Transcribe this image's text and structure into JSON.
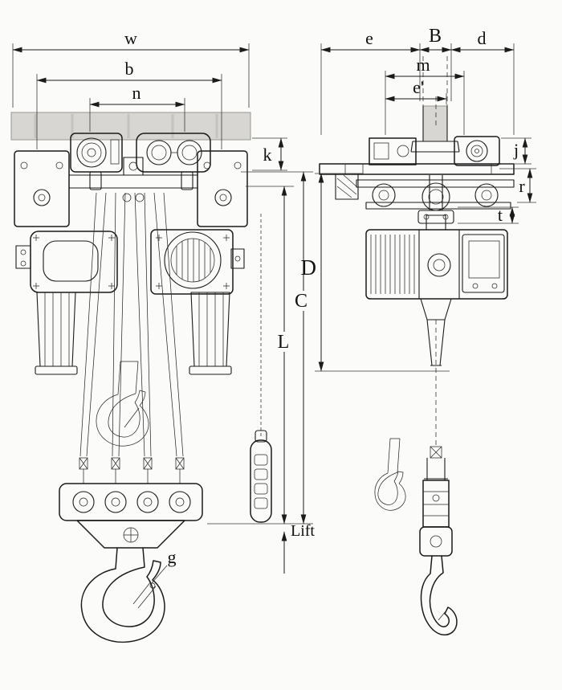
{
  "drawing": {
    "front_view": {
      "w": "w",
      "b": "b",
      "n": "n",
      "k": "k",
      "C": "C",
      "L": "L",
      "lift": "Lift",
      "g": "g"
    },
    "side_view": {
      "e": "e",
      "B": "B",
      "d": "d",
      "m": "m",
      "e_prime": "e'",
      "j": "j",
      "r": "r",
      "t": "t",
      "D": "D"
    }
  }
}
